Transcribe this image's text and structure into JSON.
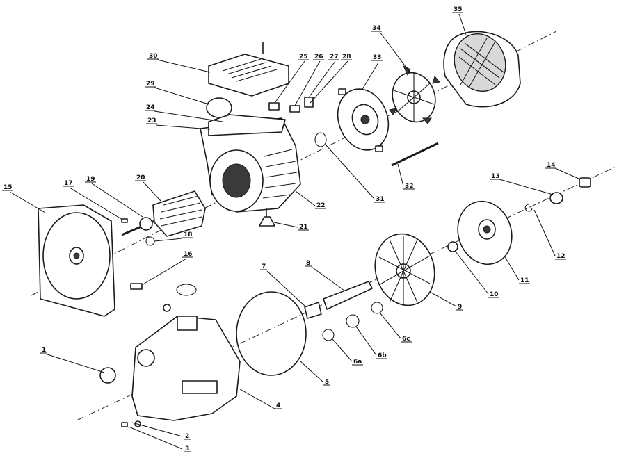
{
  "callouts": [
    {
      "id": "1",
      "label": "1"
    },
    {
      "id": "2",
      "label": "2"
    },
    {
      "id": "3",
      "label": "3"
    },
    {
      "id": "4",
      "label": "4"
    },
    {
      "id": "5",
      "label": "5"
    },
    {
      "id": "6a",
      "label": "6a"
    },
    {
      "id": "6b",
      "label": "6b"
    },
    {
      "id": "6c",
      "label": "6c"
    },
    {
      "id": "7",
      "label": "7"
    },
    {
      "id": "8",
      "label": "8"
    },
    {
      "id": "9",
      "label": "9"
    },
    {
      "id": "10",
      "label": "10"
    },
    {
      "id": "11",
      "label": "11"
    },
    {
      "id": "12",
      "label": "12"
    },
    {
      "id": "13",
      "label": "13"
    },
    {
      "id": "14",
      "label": "14"
    },
    {
      "id": "15",
      "label": "15"
    },
    {
      "id": "16",
      "label": "16"
    },
    {
      "id": "17",
      "label": "17"
    },
    {
      "id": "18",
      "label": "18"
    },
    {
      "id": "19",
      "label": "19"
    },
    {
      "id": "20",
      "label": "20"
    },
    {
      "id": "21",
      "label": "21"
    },
    {
      "id": "22",
      "label": "22"
    },
    {
      "id": "23",
      "label": "23"
    },
    {
      "id": "24",
      "label": "24"
    },
    {
      "id": "25",
      "label": "25"
    },
    {
      "id": "26",
      "label": "26"
    },
    {
      "id": "27",
      "label": "27"
    },
    {
      "id": "28",
      "label": "28"
    },
    {
      "id": "29",
      "label": "29"
    },
    {
      "id": "30",
      "label": "30"
    },
    {
      "id": "31",
      "label": "31"
    },
    {
      "id": "32",
      "label": "32"
    },
    {
      "id": "33",
      "label": "33"
    },
    {
      "id": "34",
      "label": "34"
    },
    {
      "id": "35",
      "label": "35"
    }
  ]
}
